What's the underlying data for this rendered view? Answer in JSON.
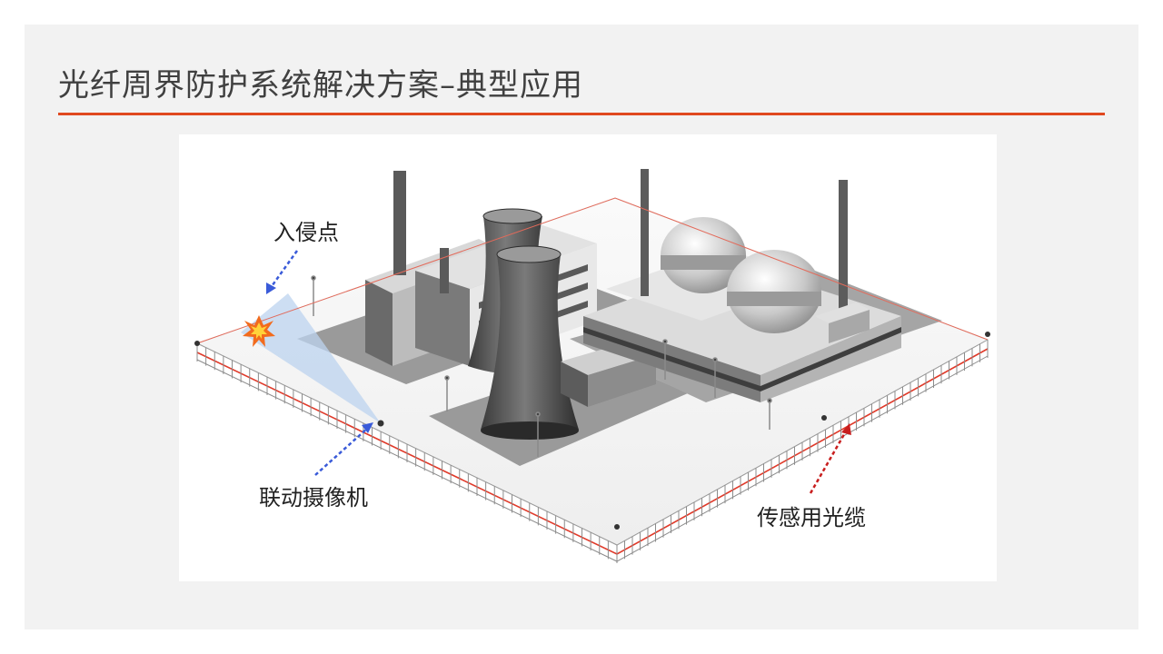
{
  "slide": {
    "title": "光纤周界防护系统解决方案–典型应用"
  },
  "diagram": {
    "labels": {
      "intrusion_point": "入侵点",
      "linked_camera": "联动摄像机",
      "sensing_cable": "传感用光缆"
    },
    "colors": {
      "title_rule": "#e0481f",
      "fence_cable": "#e03a2a",
      "camera_arrow": "#3a5bd9",
      "cable_arrow": "#c81e1e",
      "camera_beam": "#bcd3ef"
    }
  }
}
